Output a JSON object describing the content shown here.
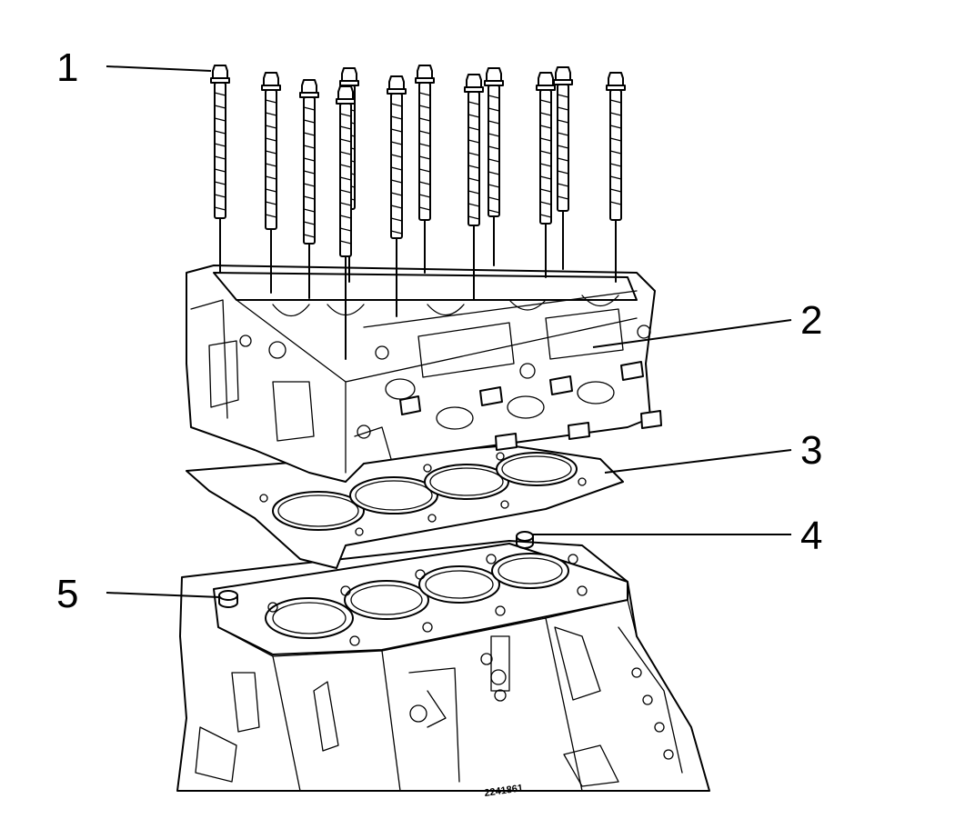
{
  "callouts": {
    "c1": "1",
    "c2": "2",
    "c3": "3",
    "c4": "4",
    "c5": "5"
  },
  "figure_id": "2241861"
}
